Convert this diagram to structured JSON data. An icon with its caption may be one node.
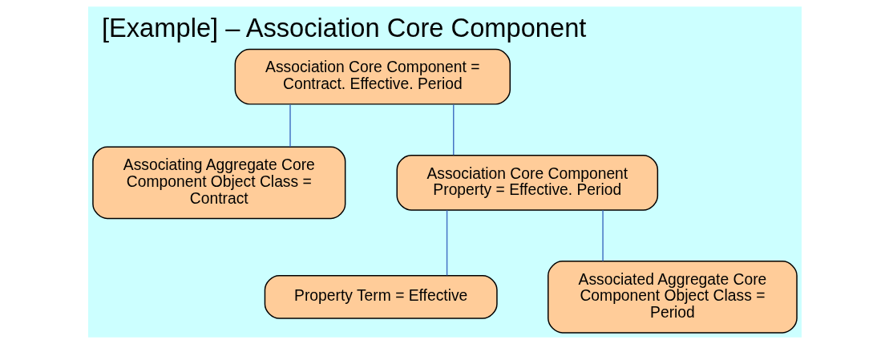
{
  "diagram": {
    "title": "[Example] – Association Core Component",
    "nodes": [
      {
        "text": [
          "Association Core Component = Contract. Effective. Period"
        ]
      },
      {
        "text": [
          "Associating Aggregate Core Component Object Class = Contract"
        ]
      },
      {
        "text": [
          "Association Core Component Property = Effective. Period"
        ]
      },
      {
        "text": [
          "Property Term = Effective"
        ]
      },
      {
        "text": [
          "Associated Aggregate Core Component Object Class = Period"
        ]
      }
    ],
    "edges": [
      {
        "from": 0,
        "to": 1,
        "arrow": "none"
      },
      {
        "from": 0,
        "to": 2,
        "arrow": "none"
      },
      {
        "from": 2,
        "to": 3,
        "arrow": "none"
      },
      {
        "from": 2,
        "to": 4,
        "arrow": "none"
      }
    ]
  }
}
